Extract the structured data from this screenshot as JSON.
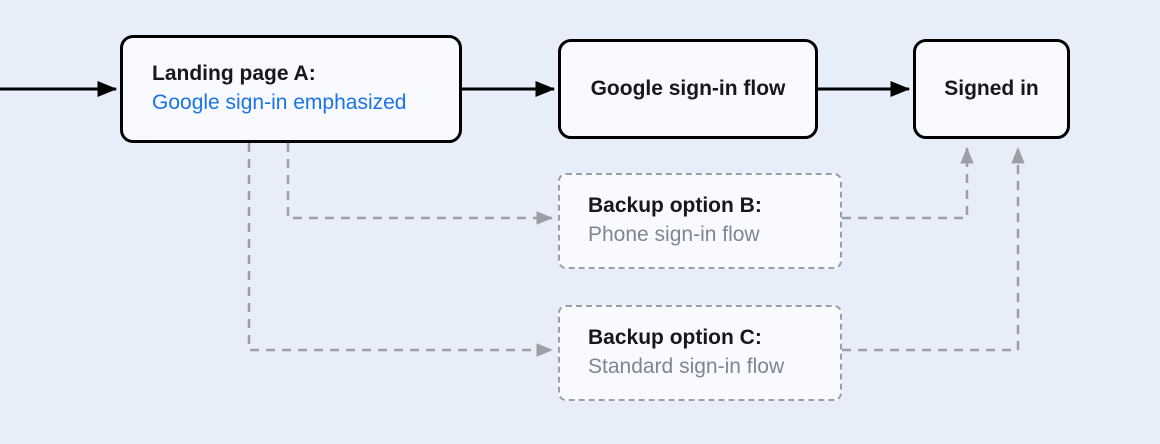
{
  "diagram": {
    "background_color": "#e8edfa",
    "nodes": [
      {
        "id": "landing-a",
        "title": "Landing page A:",
        "subtitle": "Google sign-in emphasized",
        "subtitle_color": "#1a73e8",
        "style": "solid"
      },
      {
        "id": "google-flow",
        "title": "Google sign-in flow",
        "style": "solid"
      },
      {
        "id": "signed-in",
        "title": "Signed in",
        "style": "solid"
      },
      {
        "id": "backup-b",
        "title": "Backup option B:",
        "subtitle": "Phone sign-in flow",
        "subtitle_color": "#80868b",
        "style": "dashed"
      },
      {
        "id": "backup-c",
        "title": "Backup option C:",
        "subtitle": "Standard sign-in flow",
        "subtitle_color": "#80868b",
        "style": "dashed"
      }
    ],
    "edges": [
      {
        "id": "entry-to-landing-a",
        "from": "entry",
        "to": "landing-a",
        "style": "solid",
        "color": "#000000"
      },
      {
        "id": "landing-a-to-google-flow",
        "from": "landing-a",
        "to": "google-flow",
        "style": "solid",
        "color": "#000000"
      },
      {
        "id": "google-flow-to-signed-in",
        "from": "google-flow",
        "to": "signed-in",
        "style": "solid",
        "color": "#000000"
      },
      {
        "id": "landing-a-to-backup-b",
        "from": "landing-a",
        "to": "backup-b",
        "style": "dashed",
        "color": "#9aa0a6"
      },
      {
        "id": "landing-a-to-backup-c",
        "from": "landing-a",
        "to": "backup-c",
        "style": "dashed",
        "color": "#9aa0a6"
      },
      {
        "id": "backup-b-to-signed-in",
        "from": "backup-b",
        "to": "signed-in",
        "style": "dashed",
        "color": "#9aa0a6"
      },
      {
        "id": "backup-c-to-signed-in",
        "from": "backup-c",
        "to": "signed-in",
        "style": "dashed",
        "color": "#9aa0a6"
      }
    ]
  }
}
